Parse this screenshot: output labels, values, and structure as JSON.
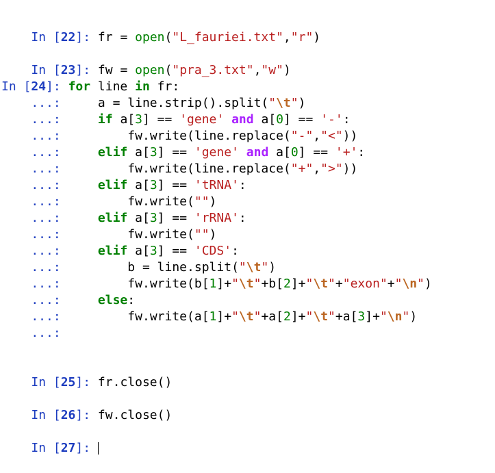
{
  "prompts": {
    "in_22": "In [22]: ",
    "in_23": "In [23]: ",
    "in_24": "In [24]: ",
    "in_25": "In [25]: ",
    "in_26": "In [26]: ",
    "in_27": "In [27]: ",
    "cont": "    ...: "
  },
  "cells": {
    "c22": "fr = open(\"L_fauriei.txt\",\"r\")",
    "c23": "fw = open(\"pra_3.txt\",\"w\")",
    "c24_lines": [
      "for line in fr:",
      "    a = line.strip().split(\"\\t\")",
      "    if a[3] == 'gene' and a[0] == '-':",
      "        fw.write(line.replace(\"-\",\"<\"))",
      "    elif a[3] == 'gene' and a[0] == '+':",
      "        fw.write(line.replace(\"+\",\">\"))",
      "    elif a[3] == 'tRNA':",
      "        fw.write(\"\")",
      "    elif a[3] == 'rRNA':",
      "        fw.write(\"\")",
      "    elif a[3] == 'CDS':",
      "        b = line.split(\"\\t\")",
      "        fw.write(b[1]+\"\\t\"+b[2]+\"\\t\"+\"exon\"+\"\\n\")",
      "    else:",
      "        fw.write(a[1]+\"\\t\"+a[2]+\"\\t\"+a[3]+\"\\n\")",
      ""
    ],
    "c25": "fr.close()",
    "c26": "fw.close()",
    "c27": ""
  },
  "colors": {
    "prompt": "#1c3cbf",
    "keyword": "#008000",
    "operator_keyword": "#aa22ff",
    "string": "#ba2121",
    "escape": "#bb6622",
    "number": "#008000",
    "background": "#ffffff"
  }
}
